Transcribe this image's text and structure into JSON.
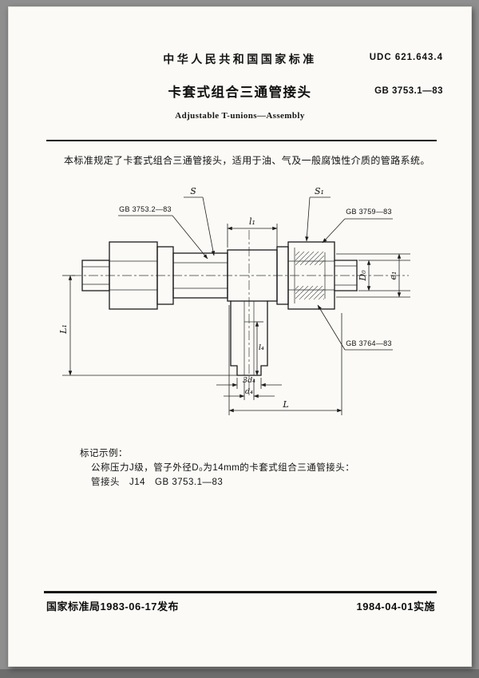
{
  "header": {
    "org_line": "中华人民共和国国家标准",
    "udc": "UDC  621.643.4",
    "title": "卡套式组合三通管接头",
    "std_no": "GB 3753.1—83",
    "subtitle_en": "Adjustable T-unions—Assembly"
  },
  "scope_text": "本标准规定了卡套式组合三通管接头，适用于油、气及一般腐蚀性介质的管路系统。",
  "drawing": {
    "ref_left": "GB 3753.2—83",
    "ref_right": "GB 3759—83",
    "ref_ferrule": "GB 3764—83",
    "dim_s": "S",
    "dim_s1": "S₁",
    "dim_l1": "l₁",
    "dim_L1": "L₁",
    "dim_l4": "l₄",
    "dim_3d4": "3d₄",
    "dim_d4": "d₄",
    "dim_L": "L",
    "dim_D0": "D₀",
    "dim_e1": "e₁"
  },
  "example": {
    "heading": "标记示例：",
    "line1": "公称压力J级，管子外径D₀为14mm的卡套式组合三通管接头：",
    "line2": "管接头　J14　GB 3753.1—83"
  },
  "footer": {
    "issue": "国家标准局1983-06-17发布",
    "implement": "1984-04-01实施"
  }
}
